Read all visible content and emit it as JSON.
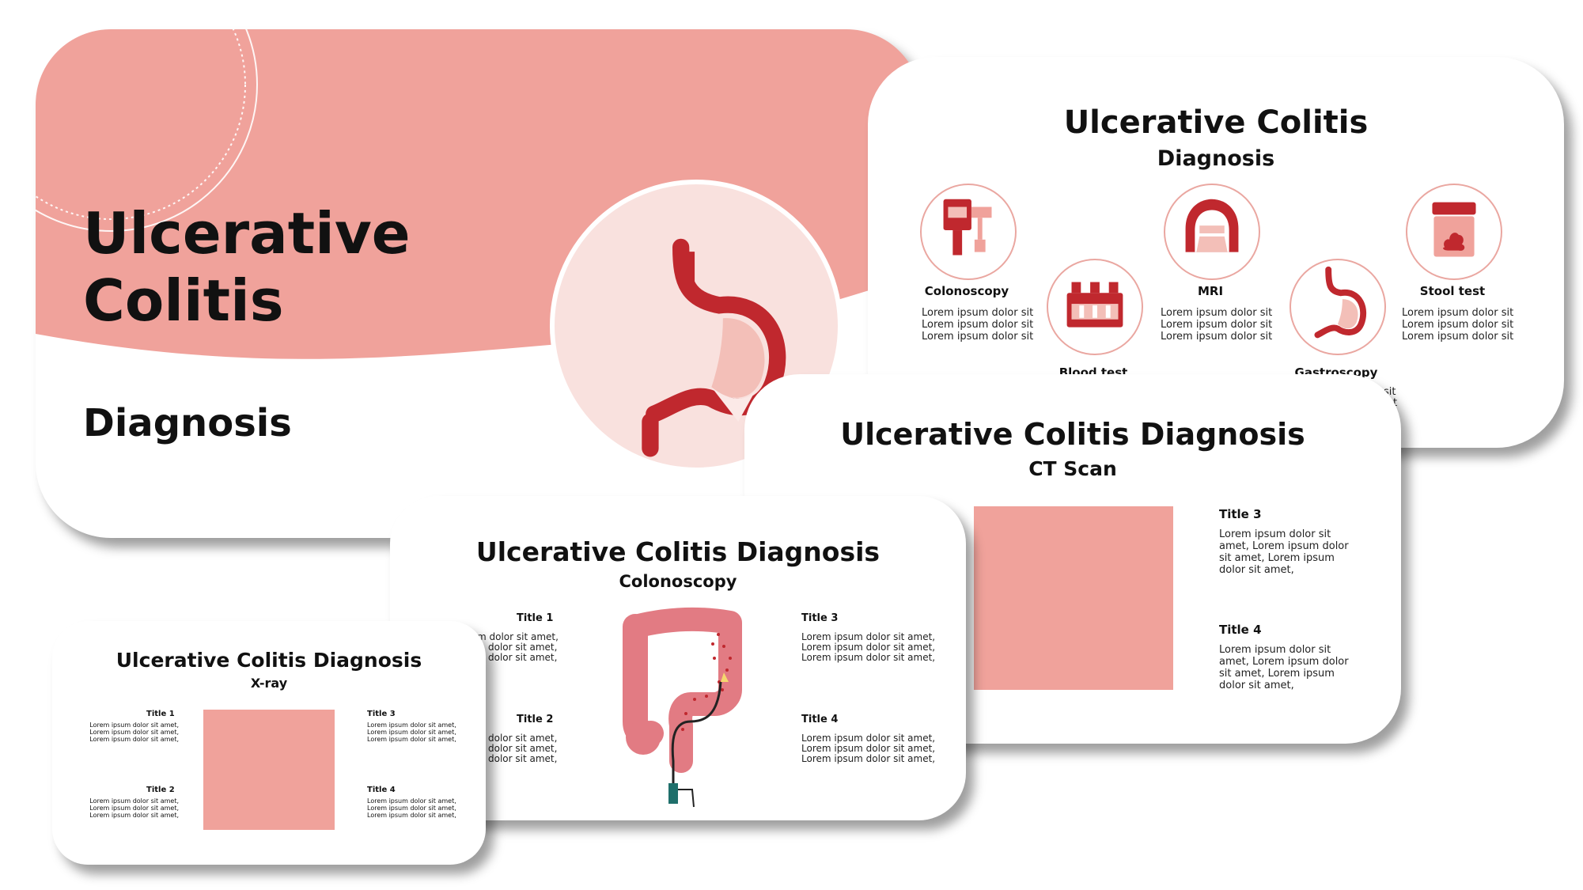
{
  "title_slide": {
    "title_line1": "Ulcerative",
    "title_line2": "Colitis",
    "subtitle": "Diagnosis",
    "illustration": "stomach-icon"
  },
  "diagnosis_slide": {
    "title": "Ulcerative Colitis",
    "subtitle": "Diagnosis",
    "items": [
      {
        "label": "Colonoscopy",
        "icon": "colonoscope-icon",
        "lines": [
          "Lorem ipsum dolor sit",
          "Lorem ipsum dolor sit",
          "Lorem ipsum dolor sit"
        ]
      },
      {
        "label": "Blood test",
        "icon": "test-tubes-icon",
        "lines": []
      },
      {
        "label": "MRI",
        "icon": "mri-scanner-icon",
        "lines": [
          "Lorem ipsum dolor sit",
          "Lorem ipsum dolor sit",
          "Lorem ipsum dolor sit"
        ]
      },
      {
        "label": "Gastroscopy",
        "icon": "stomach-icon",
        "lines": [
          "sit",
          "t"
        ]
      },
      {
        "label": "Stool test",
        "icon": "stool-container-icon",
        "lines": [
          "Lorem ipsum dolor sit",
          "Lorem ipsum dolor sit",
          "Lorem ipsum dolor sit"
        ]
      }
    ]
  },
  "ct_slide": {
    "title": "Ulcerative Colitis Diagnosis",
    "subtitle": "CT Scan",
    "blocks": [
      {
        "title": "Title 3",
        "text": "Lorem ipsum dolor sit amet, Lorem ipsum dolor sit amet, Lorem ipsum dolor sit amet,"
      },
      {
        "title": "Title 4",
        "text": "Lorem ipsum dolor sit amet, Lorem ipsum dolor sit amet, Lorem ipsum dolor sit amet,"
      }
    ]
  },
  "colonoscopy_slide": {
    "title": "Ulcerative Colitis Diagnosis",
    "subtitle": "Colonoscopy",
    "left_blocks": [
      {
        "title": "Title 1",
        "lines": [
          "m dolor sit amet,",
          "dolor sit amet,",
          "dolor sit amet,"
        ]
      },
      {
        "title": "Title 2",
        "lines": [
          "dolor sit amet,",
          "dolor sit amet,",
          "dolor sit amet,"
        ]
      }
    ],
    "right_blocks": [
      {
        "title": "Title 3",
        "lines": [
          "Lorem ipsum dolor sit amet,",
          "Lorem ipsum dolor sit amet,",
          "Lorem ipsum dolor sit amet,"
        ]
      },
      {
        "title": "Title 4",
        "lines": [
          "Lorem ipsum dolor sit amet,",
          "Lorem ipsum dolor sit amet,",
          "Lorem ipsum dolor sit amet,"
        ]
      }
    ],
    "illustration": "colon-icon"
  },
  "xray_slide": {
    "title": "Ulcerative Colitis Diagnosis",
    "subtitle": "X-ray",
    "blocks": [
      {
        "title": "Title 1",
        "text": "Lorem ipsum dolor sit amet, Lorem ipsum dolor sit amet, Lorem ipsum dolor sit amet,"
      },
      {
        "title": "Title 2",
        "text": "Lorem ipsum dolor sit amet, Lorem ipsum dolor sit amet, Lorem ipsum dolor sit amet,"
      },
      {
        "title": "Title 3",
        "text": "Lorem ipsum dolor sit amet, Lorem ipsum dolor sit amet, Lorem ipsum dolor sit amet,"
      },
      {
        "title": "Title 4",
        "text": "Lorem ipsum dolor sit amet, Lorem ipsum dolor sit amet, Lorem ipsum dolor sit amet,"
      }
    ]
  },
  "colors": {
    "accent_pink": "#f0a29b",
    "light_pink": "#f9e1de",
    "dark_red": "#c0282e",
    "medium_pink": "#f3bfb8"
  }
}
